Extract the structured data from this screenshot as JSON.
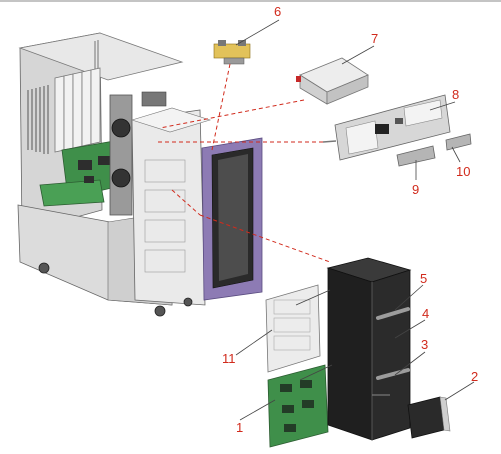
{
  "callouts": {
    "c1": "1",
    "c2": "2",
    "c3": "3",
    "c4": "4",
    "c5": "5",
    "c6": "6",
    "c7": "7",
    "c8": "8",
    "c9": "9",
    "c10": "10",
    "c11": "11"
  },
  "colors": {
    "callout": "#d12a1c",
    "chassis": "#e4e4e4",
    "door_frame": "#8d7bb4",
    "drive_cage": "#2a2a2a",
    "pcb": "#3f8f4a"
  }
}
